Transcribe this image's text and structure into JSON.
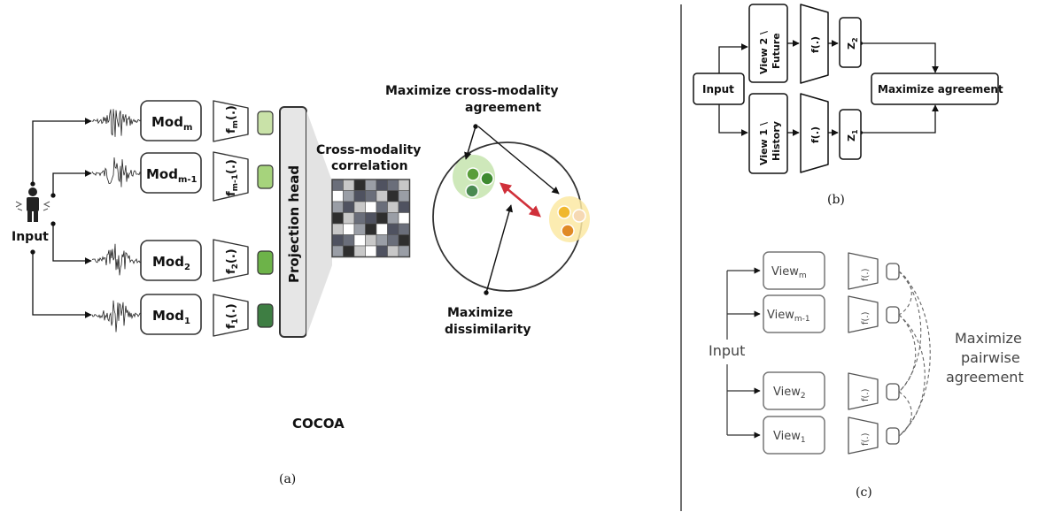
{
  "panel_a": {
    "input_label": "Input",
    "modalities": [
      {
        "mod": "Mod",
        "mod_sub": "m",
        "enc": "f",
        "enc_sub": "m",
        "enc_suffix": "(.)",
        "color": "#c9e2a8"
      },
      {
        "mod": "Mod",
        "mod_sub": "m-1",
        "enc": "f",
        "enc_sub": "m-1",
        "enc_suffix": "(.)",
        "color": "#a6d37c"
      },
      {
        "mod": "Mod",
        "mod_sub": "2",
        "enc": "f",
        "enc_sub": "2",
        "enc_suffix": "(.)",
        "color": "#6db349"
      },
      {
        "mod": "Mod",
        "mod_sub": "1",
        "enc": "f",
        "enc_sub": "1",
        "enc_suffix": "(.)",
        "color": "#3e7e43"
      }
    ],
    "projection_head": "Projection head",
    "correlation_title_1": "Cross-modality",
    "correlation_title_2": "correlation",
    "maximize_agreement_1": "Maximize cross-modality",
    "maximize_agreement_2": "agreement",
    "maximize_dissimilarity_1": "Maximize",
    "maximize_dissimilarity_2": "dissimilarity",
    "method_name": "COCOA",
    "caption": "(a)",
    "green_cluster": [
      "#5a9e3a",
      "#3e8a2f",
      "#4a8a52"
    ],
    "orange_cluster": [
      "#f0b82e",
      "#f6d9b4",
      "#e08a25"
    ],
    "arrow_color": "#d0303a",
    "matrix_colors": [
      "#2e2e2e",
      "#6a6e7a",
      "#9a9ea6",
      "#c8c8c8",
      "#ffffff",
      "#4f5260"
    ]
  },
  "panel_b": {
    "input_label": "Input",
    "view_top_1": "View 2 \\",
    "view_top_2": "Future",
    "view_bottom_1": "View 1 \\",
    "view_bottom_2": "History",
    "encoder": "f(.)",
    "z_top": "Z",
    "z_top_sub": "2",
    "z_bottom": "Z",
    "z_bottom_sub": "1",
    "maximize_agreement": "Maximize agreement",
    "caption": "(b)"
  },
  "panel_c": {
    "input_label": "Input",
    "views": [
      {
        "label": "View",
        "sub": "m"
      },
      {
        "label": "View",
        "sub": "m-1"
      },
      {
        "label": "View",
        "sub": "2"
      },
      {
        "label": "View",
        "sub": "1"
      }
    ],
    "encoder": "f(.)",
    "maximize_1": "Maximize",
    "maximize_2": "pairwise",
    "maximize_3": "agreement",
    "caption": "(c)"
  }
}
